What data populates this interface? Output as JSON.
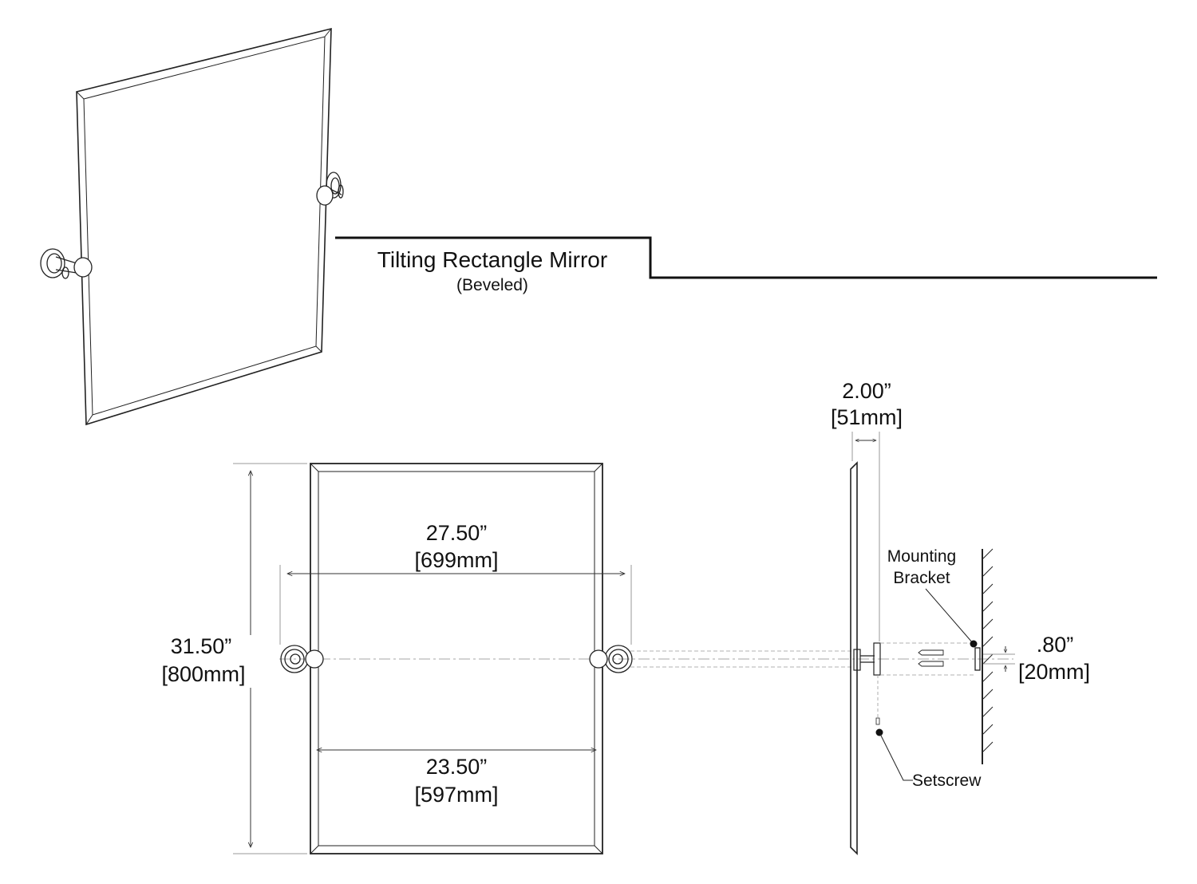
{
  "title": {
    "main": "Tilting Rectangle Mirror",
    "sub": "(Beveled)"
  },
  "dimensions": {
    "height": {
      "in": "31.50”",
      "mm": "[800mm]"
    },
    "bracket_span": {
      "in": "27.50”",
      "mm": "[699mm]"
    },
    "mirror_width": {
      "in": "23.50”",
      "mm": "[597mm]"
    },
    "projection": {
      "in": "2.00”",
      "mm": "[51mm]"
    },
    "bracket_depth": {
      "in": ".80”",
      "mm": "[20mm]"
    }
  },
  "callouts": {
    "mounting_bracket": {
      "line1": "Mounting",
      "line2": "Bracket"
    },
    "setscrew": "Setscrew"
  }
}
